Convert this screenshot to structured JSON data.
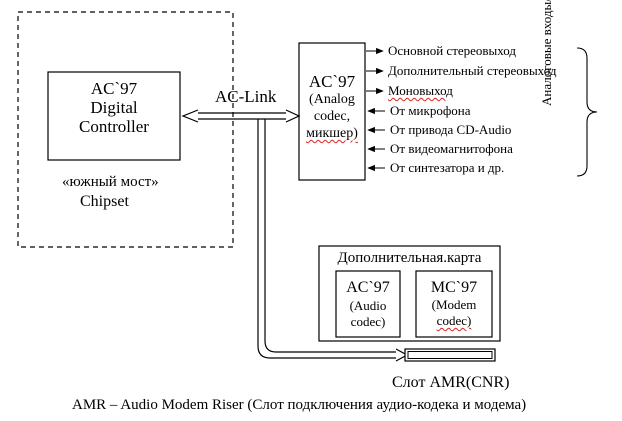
{
  "digital_controller": {
    "line1": "AC`97",
    "line2": "Digital",
    "line3": "Controller"
  },
  "chipset": {
    "south_bridge": "«южный мост»",
    "label": "Chipset"
  },
  "link_label": "AC-Link",
  "analog_codec": {
    "line1": "AC`97",
    "line2": "(Analog",
    "line3": "codec,",
    "line4": "микшер)"
  },
  "signals": [
    {
      "label": "Основной стереовыход",
      "direction": "out"
    },
    {
      "label": "Дополнительный стереовыход",
      "direction": "out"
    },
    {
      "label": "Моновыход",
      "direction": "out"
    },
    {
      "label": "От микрофона",
      "direction": "in"
    },
    {
      "label": "От привода CD-Audio",
      "direction": "in"
    },
    {
      "label": "От видеомагнитофона",
      "direction": "in"
    },
    {
      "label": "От синтезатора и др.",
      "direction": "in"
    }
  ],
  "brace_label": "Аналоговые входы/выходы",
  "extra_card": {
    "title": "Дополнительная.карта",
    "audio_codec": {
      "line1": "AC`97",
      "line2": "(Audio",
      "line3": "codec)"
    },
    "modem_codec": {
      "line1": "MC`97",
      "line2": "(Modem",
      "line3": "codec)"
    }
  },
  "slot_label": "Слот AMR(CNR)",
  "caption": "AMR – Audio Modem Riser (Слот подключения аудио-кодека и модема)"
}
